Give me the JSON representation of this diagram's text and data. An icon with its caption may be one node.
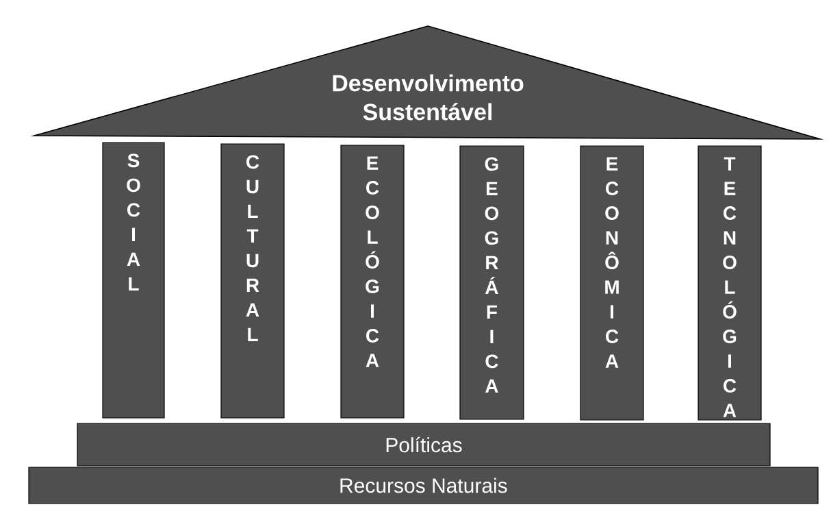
{
  "diagram": {
    "nodes": [
      {
        "text": [
          "Desenvolvimento Sustentável"
        ]
      },
      {
        "text": [
          "SOCIAL"
        ]
      },
      {
        "text": [
          "CULTURAL"
        ]
      },
      {
        "text": [
          "ECOLÓGICA"
        ]
      },
      {
        "text": [
          "GEOGRÁFICA"
        ]
      },
      {
        "text": [
          "ECONÔMICA"
        ]
      },
      {
        "text": [
          "TECNOLÓGICA"
        ]
      },
      {
        "text": [
          "Políticas"
        ]
      },
      {
        "text": [
          "Recursos Naturais"
        ]
      }
    ]
  }
}
